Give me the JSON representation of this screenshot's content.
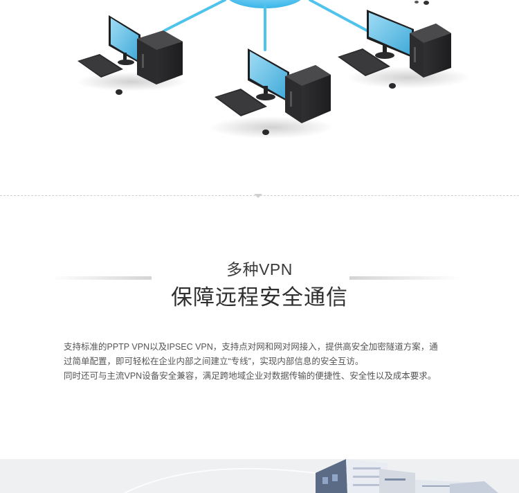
{
  "section": {
    "subtitle": "多种VPN",
    "title": "保障远程安全通信",
    "description_lines": [
      "支持标准的PPTP VPN以及IPSEC VPN，支持点对网和网对网接入，提供高安全加密隧道方案，通",
      "过简单配置，即可轻松在企业内部之间建立“专线”，实现内部信息的安全互访。",
      "同时还可与主流VPN设备安全兼容，满足跨地域企业对数据传输的便捷性、安全性以及成本要求。"
    ]
  },
  "illustration": {
    "hero_icons": [
      "cloud-hub-icon",
      "desktop-computer-icon",
      "desktop-computer-icon",
      "desktop-computer-icon"
    ],
    "banner_icons": [
      "office-building-icon"
    ],
    "colors": {
      "link": "#4fc3ec",
      "screen": "#6fc6ea",
      "tower": "#2b2b2d"
    }
  }
}
